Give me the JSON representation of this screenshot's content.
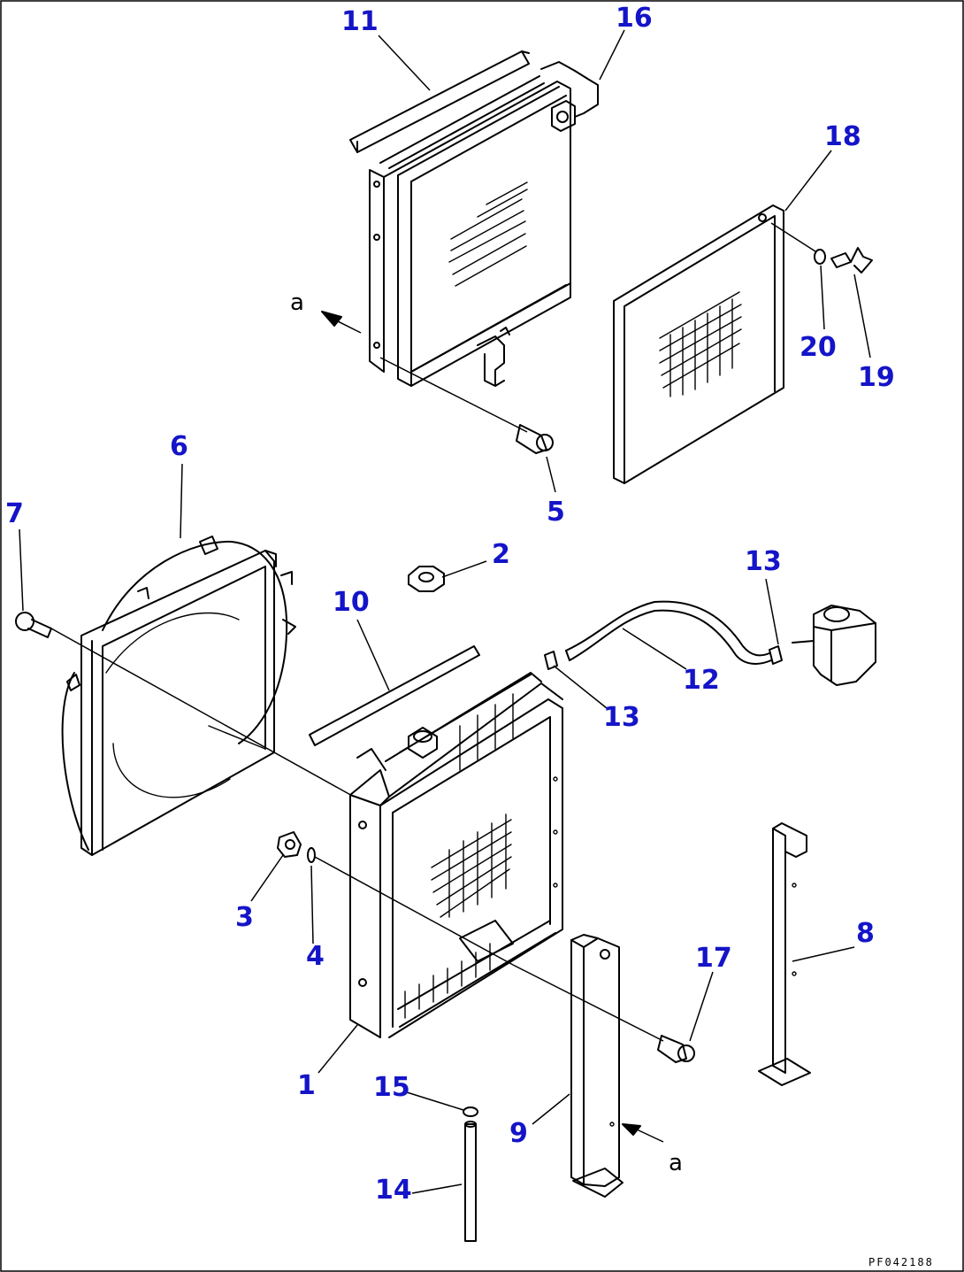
{
  "diagram": {
    "code": "PF042188",
    "view_marker": "a",
    "callouts": [
      "1",
      "2",
      "3",
      "4",
      "5",
      "6",
      "7",
      "8",
      "9",
      "10",
      "11",
      "12",
      "13",
      "13",
      "14",
      "15",
      "16",
      "17",
      "18",
      "19",
      "20"
    ]
  }
}
